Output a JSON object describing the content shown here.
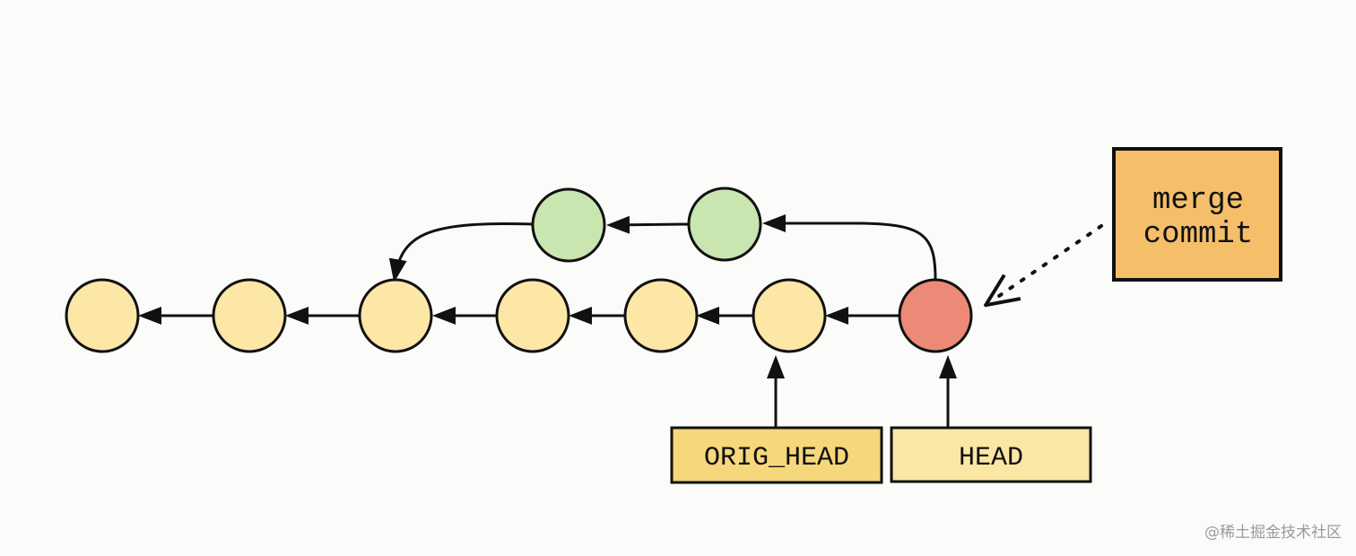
{
  "colors": {
    "main_commit": "#fce7a6",
    "branch_commit": "#c9e6b0",
    "merge_commit": "#ec8a77",
    "orig_head_box": "#f6d77c",
    "head_box": "#fbe7a4",
    "merge_box": "#f5bf6a",
    "stroke": "#111111",
    "background": "#fbfcf9"
  },
  "nodes": [
    {
      "name": "commit-1",
      "kind": "main"
    },
    {
      "name": "commit-2",
      "kind": "main"
    },
    {
      "name": "commit-3-fork",
      "kind": "main"
    },
    {
      "name": "commit-4",
      "kind": "main"
    },
    {
      "name": "commit-5",
      "kind": "main"
    },
    {
      "name": "commit-6-orig-head",
      "kind": "main"
    },
    {
      "name": "commit-merge",
      "kind": "merge"
    },
    {
      "name": "branch-commit-1",
      "kind": "branch"
    },
    {
      "name": "branch-commit-2",
      "kind": "branch"
    }
  ],
  "refs": {
    "orig_head": "ORIG_HEAD",
    "head": "HEAD"
  },
  "merge_box": {
    "line1": "merge",
    "line2": "commit"
  },
  "watermark": "@稀土掘金技术社区"
}
